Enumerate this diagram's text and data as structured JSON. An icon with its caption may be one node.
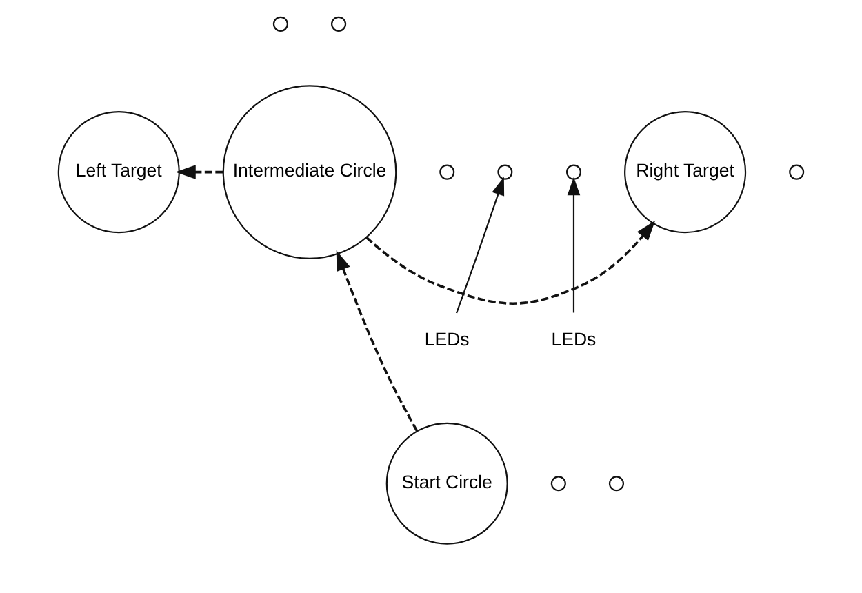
{
  "diagram": {
    "nodes": [
      {
        "text": [
          "Left Target"
        ]
      },
      {
        "text": [
          "Intermediate Circle"
        ]
      },
      {
        "text": [
          "Right Target"
        ]
      },
      {
        "text": [],
        "shape": "circle"
      },
      {
        "text": [],
        "shape": "circle"
      },
      {
        "text": [],
        "shape": "circle"
      },
      {
        "text": [],
        "shape": "circle"
      },
      {
        "text": [],
        "shape": "circle"
      },
      {
        "text": [],
        "shape": "circle"
      },
      {
        "text": [
          "LEDs"
        ]
      },
      {
        "text": [
          "LEDs"
        ]
      },
      {
        "text": [],
        "shape": "circle"
      },
      {
        "text": [
          "Start Circle"
        ]
      },
      {
        "text": [],
        "shape": "circle"
      }
    ],
    "edges": [
      {
        "from": 1,
        "to": 0,
        "arrow": "to",
        "style": "dashed"
      },
      {
        "from": 1,
        "to": 2,
        "arrow": "to",
        "style": "dashed"
      },
      {
        "from": 12,
        "to": 1,
        "arrow": "to",
        "style": "dashed"
      },
      {
        "from": 9,
        "to": 6,
        "arrow": "to"
      },
      {
        "from": 10,
        "to": 8,
        "arrow": "to"
      }
    ]
  }
}
